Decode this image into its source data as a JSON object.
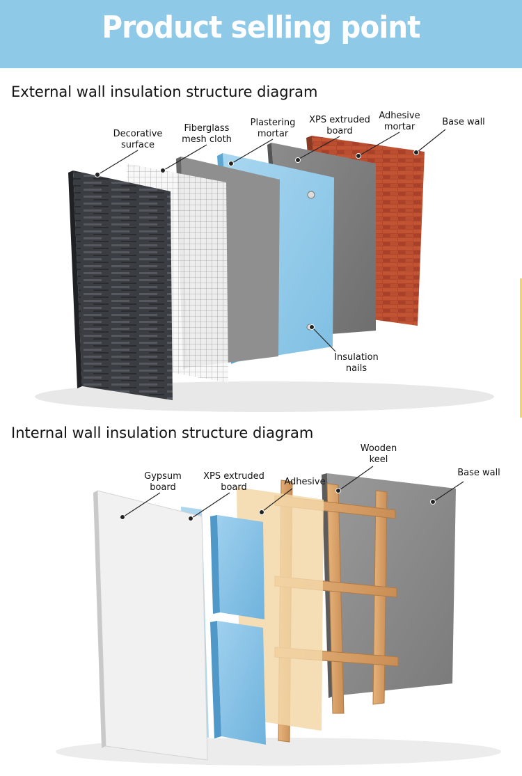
{
  "banner": {
    "title": "Product selling point",
    "color": "#8ec9e8"
  },
  "external": {
    "title": "External wall insulation structure diagram",
    "labels": {
      "decorative": [
        "Decorative",
        "surface"
      ],
      "fiberglass": [
        "Fiberglass",
        "mesh cloth"
      ],
      "plastering": [
        "Plastering",
        "mortar"
      ],
      "xps": [
        "XPS extruded",
        "board"
      ],
      "adhesive": [
        "Adhesive",
        "mortar"
      ],
      "base": [
        "Base wall"
      ],
      "nails": [
        "Insulation",
        "nails"
      ]
    }
  },
  "internal": {
    "title": "Internal wall insulation structure diagram",
    "labels": {
      "gypsum": [
        "Gypsum",
        "board"
      ],
      "xps": [
        "XPS extruded",
        "board"
      ],
      "adhesive": [
        "Adhesive"
      ],
      "keel": [
        "Wooden",
        "keel"
      ],
      "base": [
        "Base wall"
      ]
    }
  }
}
